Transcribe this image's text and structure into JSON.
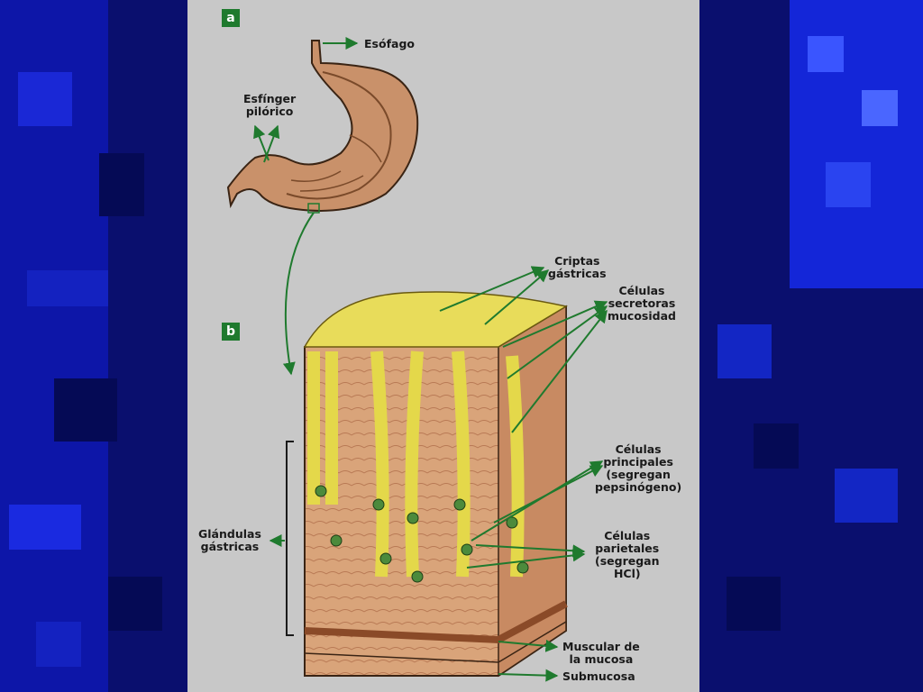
{
  "panels": {
    "a": "a",
    "b": "b"
  },
  "labels": {
    "esofago": "Esófago",
    "esfinter": [
      "Esfínger",
      "pilórico"
    ],
    "criptas": [
      "Criptas",
      "gástricas"
    ],
    "mucosidad": [
      "Células",
      "secretoras",
      "mucosidad"
    ],
    "principales": [
      "Células",
      "principales",
      "(segregan",
      "pepsinógeno)"
    ],
    "parietales": [
      "Células",
      "parietales",
      "(segregan",
      "HCl)"
    ],
    "glandulas": [
      "Glándulas",
      "gástricas"
    ],
    "muscular": [
      "Muscular de",
      "la mucosa"
    ],
    "submucosa": "Submucosa"
  },
  "colors": {
    "background": "#0a0f6e",
    "panel": "#c8c8c8",
    "arrow": "#1f7a2e",
    "tissue": "#d9a47a",
    "epithelium": "#e4d84a",
    "chief_cell": "#4c8a3c"
  }
}
